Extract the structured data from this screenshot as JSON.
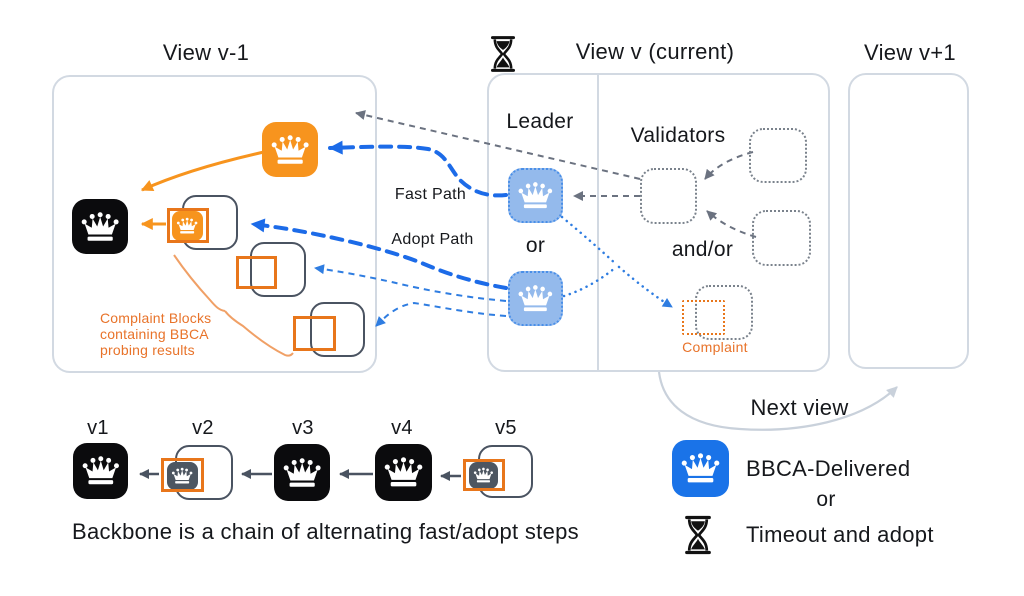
{
  "diagram": {
    "titles": {
      "view_prev": "View v-1",
      "view_current": "View v (current)",
      "view_next": "View v+1"
    },
    "middle": {
      "leader": "Leader",
      "validators": "Validators",
      "or": "or",
      "and_or": "and/or",
      "complaint": "Complaint"
    },
    "flow": {
      "fast_path": "Fast Path",
      "adopt_path": "Adopt Path",
      "next_view": "Next view"
    },
    "note_lines": [
      "Complaint Blocks",
      "containing BBCA",
      "probing results"
    ],
    "chain": {
      "labels": [
        "v1",
        "v2",
        "v3",
        "v4",
        "v5"
      ],
      "caption": "Backbone is a chain of alternating fast/adopt steps"
    },
    "legend": {
      "bbca": "BBCA-Delivered",
      "or": "or",
      "timeout": "Timeout and adopt"
    },
    "icons": {
      "crown": "crown",
      "hourglass": "hourglass"
    },
    "colors": {
      "orange": "#F7941E",
      "orange_text": "#E8732A",
      "blue_light": "#94BAEC",
      "blue_solid": "#1A73E8",
      "blue_arrow": "#1C6BE8",
      "slate": "#4A5361",
      "panel_border": "#D2D9E2",
      "gray_arrow": "#6B7280",
      "black": "#0B0B0D"
    }
  }
}
